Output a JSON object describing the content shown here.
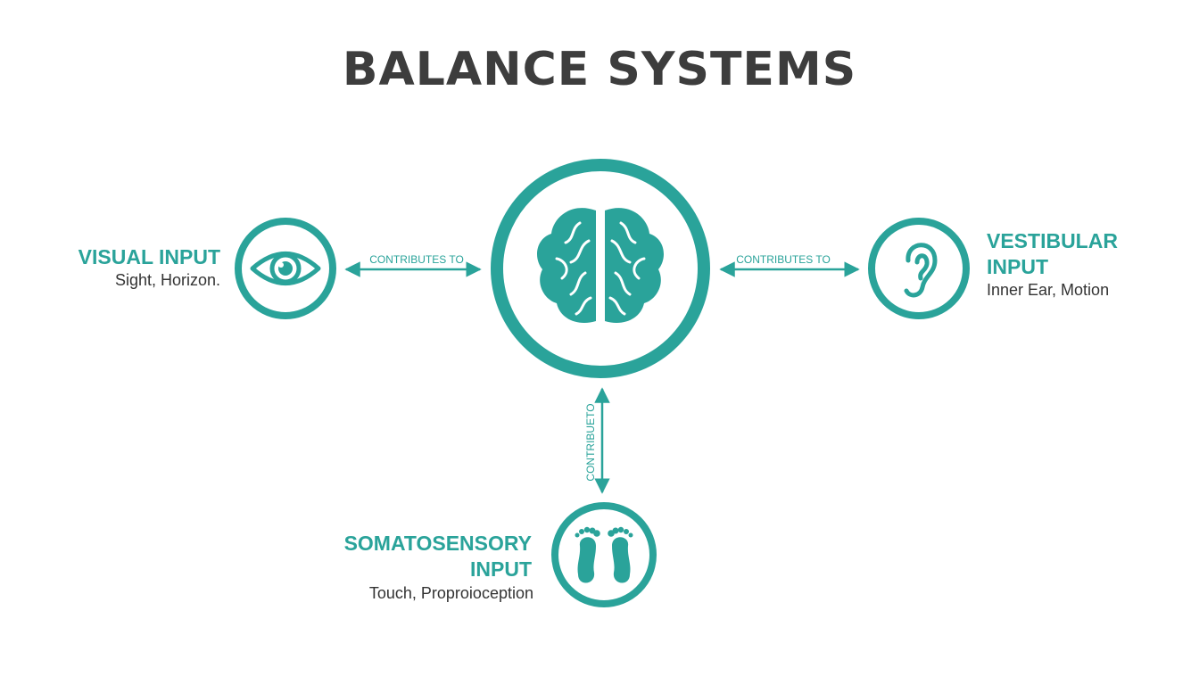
{
  "title": "BALANCE SYSTEMS",
  "colors": {
    "accent": "#2aa39a",
    "title": "#3d3d3d",
    "text": "#333333",
    "background": "#ffffff"
  },
  "center": {
    "icon": "brain-icon"
  },
  "nodes": {
    "visual": {
      "title": "VISUAL INPUT",
      "subtitle": "Sight, Horizon.",
      "icon": "eye-icon"
    },
    "vestibular": {
      "title_line1": "VESTIBULAR",
      "title_line2": "INPUT",
      "subtitle": "Inner Ear, Motion",
      "icon": "ear-icon"
    },
    "somatosensory": {
      "title_line1": "SOMATOSENSORY",
      "title_line2": "INPUT",
      "subtitle": "Touch, Proproioception",
      "icon": "feet-icon"
    }
  },
  "connectors": {
    "left_label": "CONTRIBUTES TO",
    "right_label": "CONTRIBUTES TO",
    "bottom_label": "CONTRIBUETO"
  }
}
